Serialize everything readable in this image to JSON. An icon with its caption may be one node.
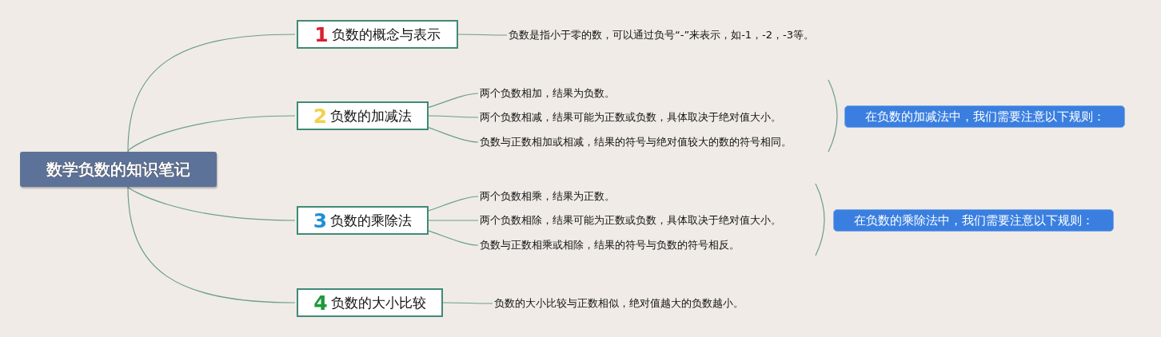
{
  "diagram": {
    "nodes": [
      {
        "text": [
          "数学负数的知识笔记"
        ]
      },
      {
        "text": [
          "1",
          "负数的概念与表示"
        ]
      },
      {
        "text": [
          "负数是指小于零的数，可以通过负号“-”来表示，如-1，-2，-3等。"
        ]
      },
      {
        "text": [
          "2",
          "负数的加减法"
        ]
      },
      {
        "text": [
          "两个负数相加，结果为负数。"
        ]
      },
      {
        "text": [
          "两个负数相减，结果可能为正数或负数，具体取决于绝对值大小。"
        ]
      },
      {
        "text": [
          "负数与正数相加或相减，结果的符号与绝对值较大的数的符号相同。"
        ]
      },
      {
        "text": [
          "在负数的加减法中，我们需要注意以下规则："
        ]
      },
      {
        "text": [
          "3",
          "负数的乘除法"
        ]
      },
      {
        "text": [
          "两个负数相乘，结果为正数。"
        ]
      },
      {
        "text": [
          "两个负数相除，结果可能为正数或负数，具体取决于绝对值大小。"
        ]
      },
      {
        "text": [
          "负数与正数相乘或相除，结果的符号与负数的符号相反。"
        ]
      },
      {
        "text": [
          "在负数的乘除法中，我们需要注意以下规则："
        ]
      },
      {
        "text": [
          "4",
          "负数的大小比较"
        ]
      },
      {
        "text": [
          "负数的大小比较与正数相似，绝对值越大的负数越小。"
        ]
      }
    ],
    "edges": [
      {
        "from": 0,
        "to": 1,
        "arrow": "none"
      },
      {
        "from": 0,
        "to": 3,
        "arrow": "none"
      },
      {
        "from": 0,
        "to": 8,
        "arrow": "none"
      },
      {
        "from": 0,
        "to": 13,
        "arrow": "none"
      },
      {
        "from": 1,
        "to": 2,
        "arrow": "none"
      },
      {
        "from": 3,
        "to": 4,
        "arrow": "none"
      },
      {
        "from": 3,
        "to": 5,
        "arrow": "none"
      },
      {
        "from": 3,
        "to": 6,
        "arrow": "none"
      },
      {
        "from": 8,
        "to": 9,
        "arrow": "none"
      },
      {
        "from": 8,
        "to": 10,
        "arrow": "none"
      },
      {
        "from": 8,
        "to": 11,
        "arrow": "none"
      },
      {
        "from": 13,
        "to": 14,
        "arrow": "none"
      }
    ]
  }
}
